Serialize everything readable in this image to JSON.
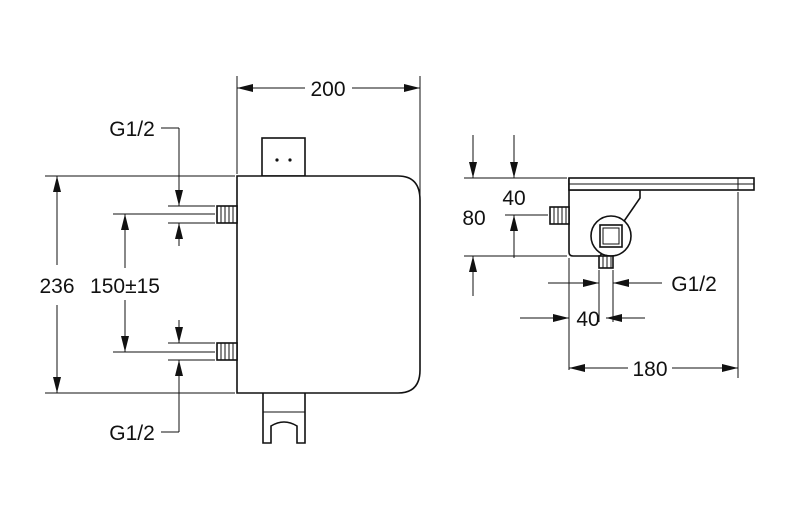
{
  "drawing": {
    "front_view": {
      "width_label": "200",
      "height_label": "236",
      "inlet_spacing_label": "150±15",
      "top_inlet_thread": "G1/2",
      "bottom_inlet_thread": "G1/2"
    },
    "side_view": {
      "height_label": "80",
      "inlet_offset_label": "40",
      "outlet_offset_label": "40",
      "depth_label": "180",
      "outlet_thread": "G1/2"
    }
  }
}
